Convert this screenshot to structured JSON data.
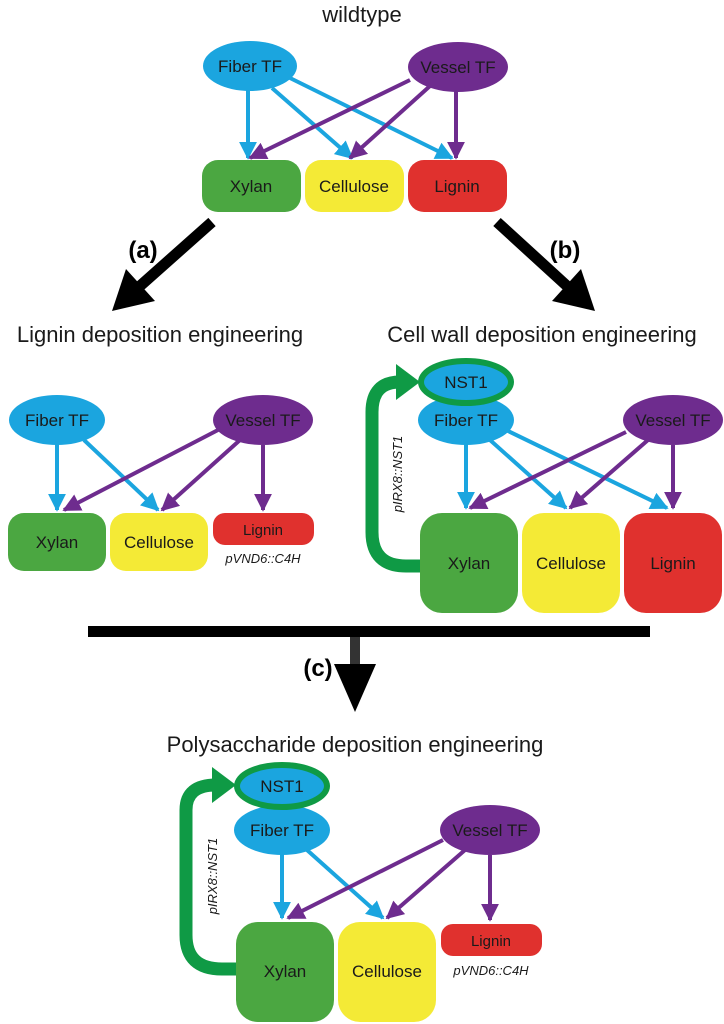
{
  "colors": {
    "fiber": "#1ba5df",
    "vessel": "#6e2c8e",
    "xylan": "#4ba741",
    "cellulose": "#f4ea36",
    "lignin": "#e0312e",
    "nst1_ring": "#0f9a45",
    "arrow_black": "#000000"
  },
  "wildtype": {
    "title": "wildtype",
    "fiber_tf": "Fiber TF",
    "vessel_tf": "Vessel TF",
    "xylan": "Xylan",
    "cellulose": "Cellulose",
    "lignin": "Lignin"
  },
  "steps": {
    "a": "(a)",
    "b": "(b)",
    "c": "(c)"
  },
  "panel_a": {
    "title": "Lignin deposition engineering",
    "fiber_tf": "Fiber TF",
    "vessel_tf": "Vessel TF",
    "xylan": "Xylan",
    "cellulose": "Cellulose",
    "lignin": "Lignin",
    "promoter": "pVND6::C4H"
  },
  "panel_b": {
    "title": "Cell wall deposition engineering",
    "nst1": "NST1",
    "fiber_tf": "Fiber TF",
    "vessel_tf": "Vessel TF",
    "xylan": "Xylan",
    "cellulose": "Cellulose",
    "lignin": "Lignin",
    "loop_label": "pIRX8::NST1"
  },
  "panel_c": {
    "title": "Polysaccharide deposition engineering",
    "nst1": "NST1",
    "fiber_tf": "Fiber TF",
    "vessel_tf": "Vessel TF",
    "xylan": "Xylan",
    "cellulose": "Cellulose",
    "lignin": "Lignin",
    "promoter": "pVND6::C4H",
    "loop_label": "pIRX8::NST1"
  }
}
